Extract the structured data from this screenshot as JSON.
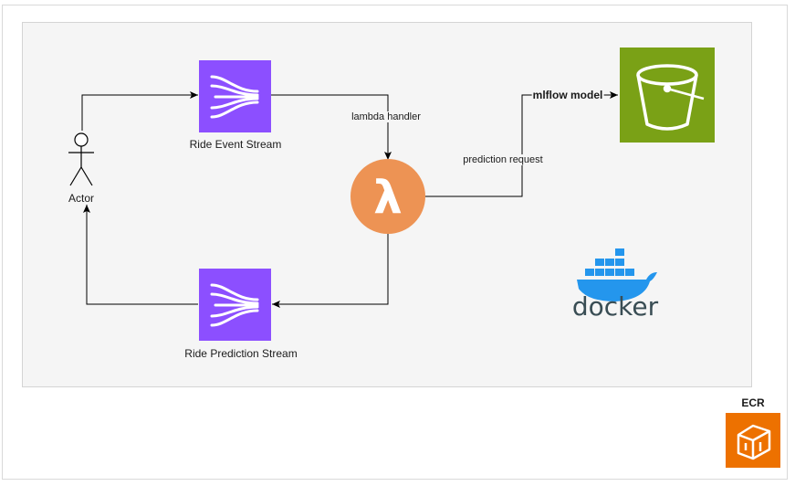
{
  "nodes": {
    "actor": "Actor",
    "ride_event_stream": "Ride Event Stream",
    "ride_prediction_stream": "Ride Prediction Stream",
    "lambda_symbol": "λ",
    "docker": "docker",
    "ecr": "ECR"
  },
  "edges": {
    "lambda_handler": "lambda handler",
    "prediction_request": "prediction request",
    "mlflow_model": "mlflow model"
  },
  "colors": {
    "kinesis": "#8C4FFF",
    "lambda": "#ED9354",
    "s3": "#7AA116",
    "ecr": "#ED7100",
    "docker": "#2496ED",
    "docker_text": "#394D54"
  },
  "icons": {
    "kinesis": "kinesis-stream-icon",
    "lambda": "lambda-icon",
    "s3": "s3-bucket-icon",
    "docker": "docker-icon",
    "ecr": "ecr-icon",
    "actor": "actor-stick-figure-icon"
  }
}
